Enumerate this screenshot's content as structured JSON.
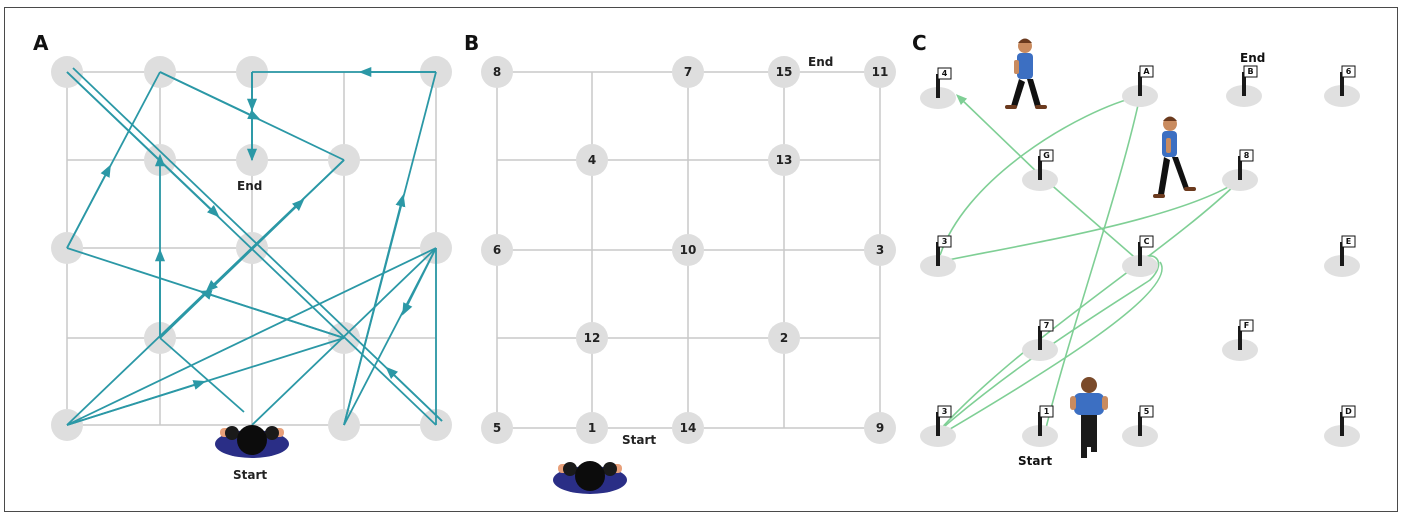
{
  "colors": {
    "grid": "#c9c9c9",
    "node": "#dedede",
    "path_a": "#2b98a6",
    "path_c": "#7fcf95",
    "person_shirt": "#2a2e86",
    "walker_shirt": "#3c6fc2"
  },
  "panels": {
    "a": {
      "label": "A",
      "start": "Start",
      "end": "End"
    },
    "b": {
      "label": "B",
      "start": "Start",
      "end": "End",
      "nodes": [
        "8",
        "7",
        "15",
        "11",
        "4",
        "13",
        "6",
        "10",
        "3",
        "12",
        "2",
        "5",
        "1",
        "14",
        "9"
      ]
    },
    "c": {
      "label": "C",
      "start": "Start",
      "end": "End",
      "flags": [
        "4",
        "A",
        "B",
        "6",
        "G",
        "8",
        "3",
        "C",
        "E",
        "7",
        "F",
        "3",
        "1",
        "5",
        "D"
      ]
    }
  },
  "icons": [
    "person-seated-icon",
    "walking-person-icon",
    "standing-person-icon",
    "flag-icon"
  ]
}
